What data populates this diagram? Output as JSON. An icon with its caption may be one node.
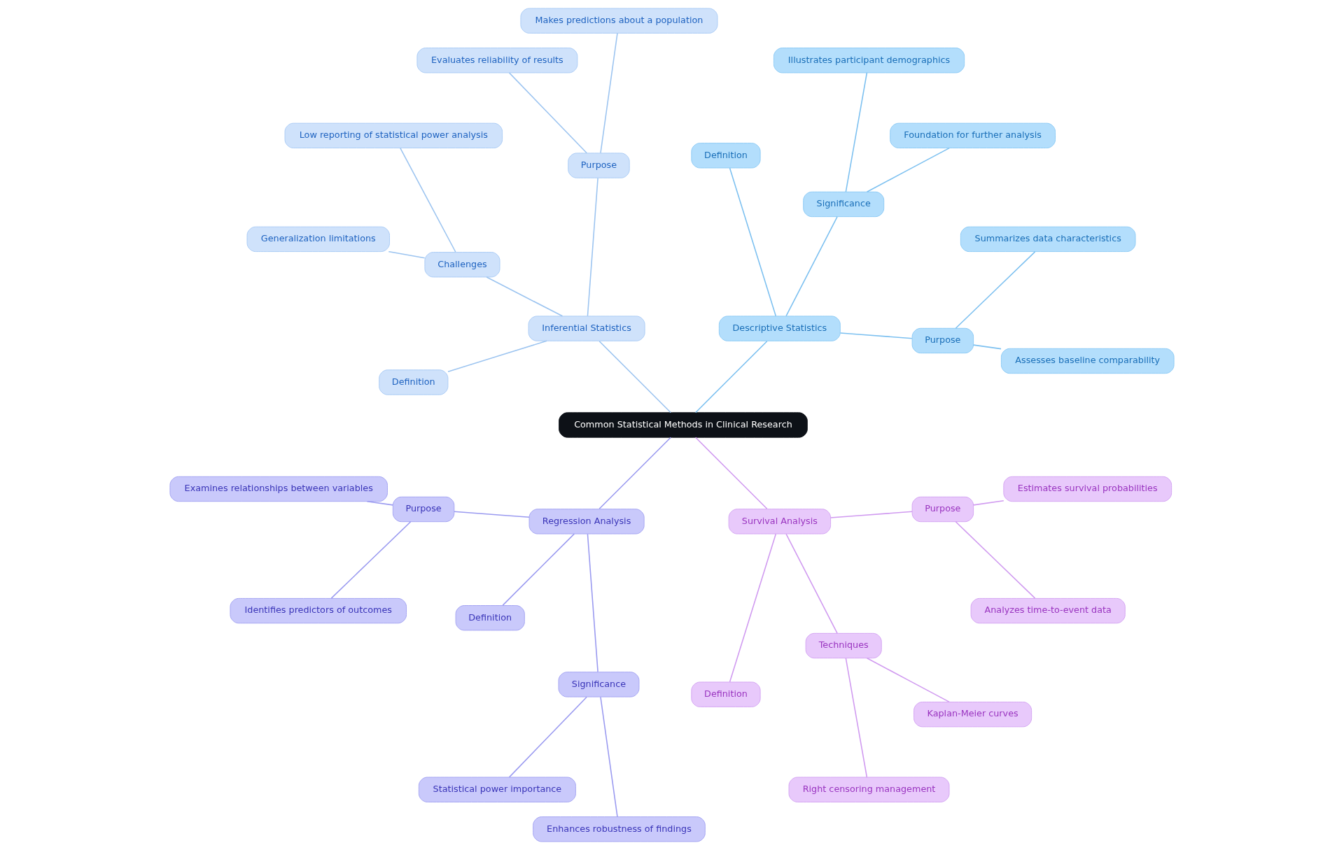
{
  "diagram": {
    "nodes": [
      {
        "text": [
          "Common Statistical Methods in Clinical Research"
        ]
      },
      {
        "text": [
          "Descriptive Statistics"
        ]
      },
      {
        "text": [
          "Purpose"
        ]
      },
      {
        "text": [
          "Assesses baseline comparability"
        ]
      },
      {
        "text": [
          "Summarizes data characteristics"
        ]
      },
      {
        "text": [
          "Significance"
        ]
      },
      {
        "text": [
          "Foundation for further analysis"
        ]
      },
      {
        "text": [
          "Illustrates participant demographics"
        ]
      },
      {
        "text": [
          "Definition"
        ]
      },
      {
        "text": [
          "Inferential Statistics"
        ]
      },
      {
        "text": [
          "Purpose"
        ]
      },
      {
        "text": [
          "Makes predictions about a population"
        ]
      },
      {
        "text": [
          "Evaluates reliability of results"
        ]
      },
      {
        "text": [
          "Challenges"
        ]
      },
      {
        "text": [
          "Low reporting of statistical power analysis"
        ]
      },
      {
        "text": [
          "Generalization limitations"
        ]
      },
      {
        "text": [
          "Definition"
        ]
      },
      {
        "text": [
          "Regression Analysis"
        ]
      },
      {
        "text": [
          "Purpose"
        ]
      },
      {
        "text": [
          "Examines relationships between variables"
        ]
      },
      {
        "text": [
          "Identifies predictors of outcomes"
        ]
      },
      {
        "text": [
          "Definition"
        ]
      },
      {
        "text": [
          "Significance"
        ]
      },
      {
        "text": [
          "Statistical power importance"
        ]
      },
      {
        "text": [
          "Enhances robustness of findings"
        ]
      },
      {
        "text": [
          "Survival Analysis"
        ]
      },
      {
        "text": [
          "Definition"
        ]
      },
      {
        "text": [
          "Techniques"
        ]
      },
      {
        "text": [
          "Right censoring management"
        ]
      },
      {
        "text": [
          "Kaplan-Meier curves"
        ]
      },
      {
        "text": [
          "Purpose"
        ]
      },
      {
        "text": [
          "Analyzes time-to-event data"
        ]
      },
      {
        "text": [
          "Estimates survival probabilities"
        ]
      }
    ],
    "edges": [
      {
        "from": 0,
        "to": 1,
        "arrow": "none",
        "color": "#7cc0f0"
      },
      {
        "from": 1,
        "to": 2,
        "arrow": "none",
        "color": "#7cc0f0"
      },
      {
        "from": 2,
        "to": 3,
        "arrow": "none",
        "color": "#7cc0f0"
      },
      {
        "from": 2,
        "to": 4,
        "arrow": "none",
        "color": "#7cc0f0"
      },
      {
        "from": 1,
        "to": 5,
        "arrow": "none",
        "color": "#7cc0f0"
      },
      {
        "from": 5,
        "to": 6,
        "arrow": "none",
        "color": "#7cc0f0"
      },
      {
        "from": 5,
        "to": 7,
        "arrow": "none",
        "color": "#7cc0f0"
      },
      {
        "from": 1,
        "to": 8,
        "arrow": "none",
        "color": "#7cc0f0"
      },
      {
        "from": 0,
        "to": 9,
        "arrow": "none",
        "color": "#9cc4f0"
      },
      {
        "from": 9,
        "to": 10,
        "arrow": "none",
        "color": "#9cc4f0"
      },
      {
        "from": 10,
        "to": 11,
        "arrow": "none",
        "color": "#9cc4f0"
      },
      {
        "from": 10,
        "to": 12,
        "arrow": "none",
        "color": "#9cc4f0"
      },
      {
        "from": 9,
        "to": 13,
        "arrow": "none",
        "color": "#9cc4f0"
      },
      {
        "from": 13,
        "to": 14,
        "arrow": "none",
        "color": "#9cc4f0"
      },
      {
        "from": 13,
        "to": 15,
        "arrow": "none",
        "color": "#9cc4f0"
      },
      {
        "from": 9,
        "to": 16,
        "arrow": "none",
        "color": "#9cc4f0"
      },
      {
        "from": 0,
        "to": 17,
        "arrow": "none",
        "color": "#9a9af0"
      },
      {
        "from": 17,
        "to": 18,
        "arrow": "none",
        "color": "#9a9af0"
      },
      {
        "from": 18,
        "to": 19,
        "arrow": "none",
        "color": "#9a9af0"
      },
      {
        "from": 18,
        "to": 20,
        "arrow": "none",
        "color": "#9a9af0"
      },
      {
        "from": 17,
        "to": 21,
        "arrow": "none",
        "color": "#9a9af0"
      },
      {
        "from": 17,
        "to": 22,
        "arrow": "none",
        "color": "#9a9af0"
      },
      {
        "from": 22,
        "to": 23,
        "arrow": "none",
        "color": "#9a9af0"
      },
      {
        "from": 22,
        "to": 24,
        "arrow": "none",
        "color": "#9a9af0"
      },
      {
        "from": 0,
        "to": 25,
        "arrow": "none",
        "color": "#d09af0"
      },
      {
        "from": 25,
        "to": 26,
        "arrow": "none",
        "color": "#d09af0"
      },
      {
        "from": 25,
        "to": 27,
        "arrow": "none",
        "color": "#d09af0"
      },
      {
        "from": 27,
        "to": 28,
        "arrow": "none",
        "color": "#d09af0"
      },
      {
        "from": 27,
        "to": 29,
        "arrow": "none",
        "color": "#d09af0"
      },
      {
        "from": 25,
        "to": 30,
        "arrow": "none",
        "color": "#d09af0"
      },
      {
        "from": 30,
        "to": 31,
        "arrow": "none",
        "color": "#d09af0"
      },
      {
        "from": 30,
        "to": 32,
        "arrow": "none",
        "color": "#d09af0"
      }
    ]
  }
}
